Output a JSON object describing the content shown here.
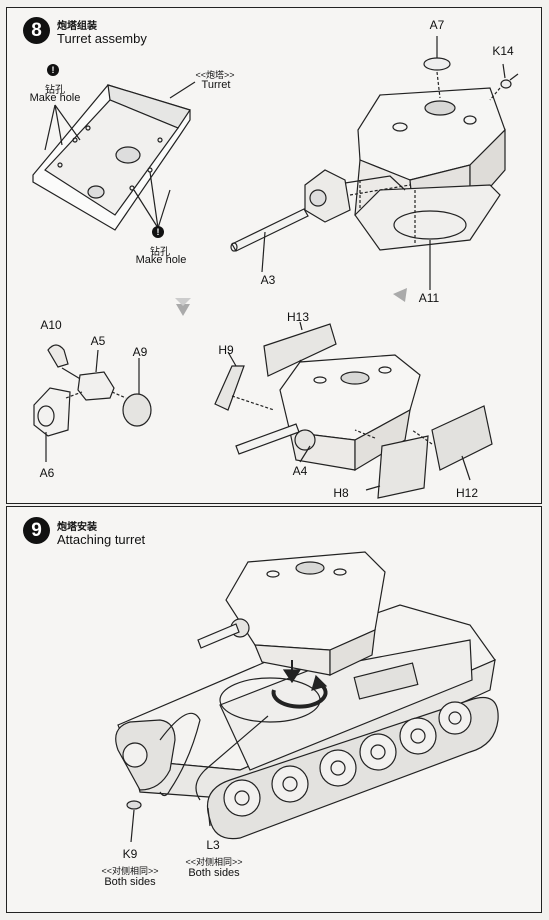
{
  "step8": {
    "number": "8",
    "title_zh": "炮塔组装",
    "title_en": "Turret assemby",
    "drill_top": {
      "zh": "钻孔",
      "en": "Make hole"
    },
    "drill_bottom": {
      "zh": "钻孔",
      "en": "Make hole"
    },
    "turret_label": {
      "zh": "<<炮塔>>",
      "en": "Turret"
    },
    "parts": {
      "a7": "A7",
      "k14": "K14",
      "a3": "A3",
      "a11": "A11",
      "a10": "A10",
      "a5": "A5",
      "a9": "A9",
      "a6": "A6",
      "h13": "H13",
      "h9": "H9",
      "a4": "A4",
      "h8": "H8",
      "h12": "H12"
    }
  },
  "step9": {
    "number": "9",
    "title_zh": "炮塔安装",
    "title_en": "Attaching  turret",
    "k9": {
      "part": "K9",
      "zh": "<<对侧相同>>",
      "en": "Both sides"
    },
    "l3": {
      "part": "L3",
      "zh": "<<对侧相同>>",
      "en": "Both sides"
    }
  },
  "icons": {
    "drill": "drill-icon",
    "rotate": "rotate-arrow-icon",
    "step_arrow": "down-arrow-icon"
  }
}
